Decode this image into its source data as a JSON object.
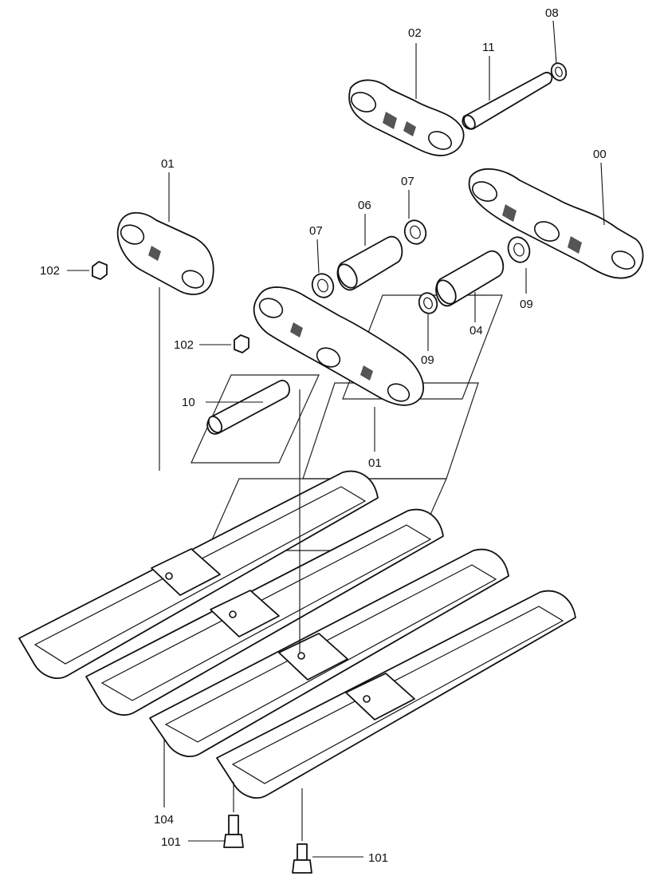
{
  "colors": {
    "line": "#111111",
    "background": "#ffffff"
  },
  "callouts": {
    "p00": "00",
    "p01_top": "01",
    "p01_bottom": "01",
    "p02": "02",
    "p04": "04",
    "p06": "06",
    "p07_left": "07",
    "p07_right": "07",
    "p08": "08",
    "p09_left": "09",
    "p09_right": "09",
    "p10": "10",
    "p11": "11",
    "p101_left": "101",
    "p101_right": "101",
    "p102_top": "102",
    "p102_mid": "102",
    "p104": "104"
  }
}
